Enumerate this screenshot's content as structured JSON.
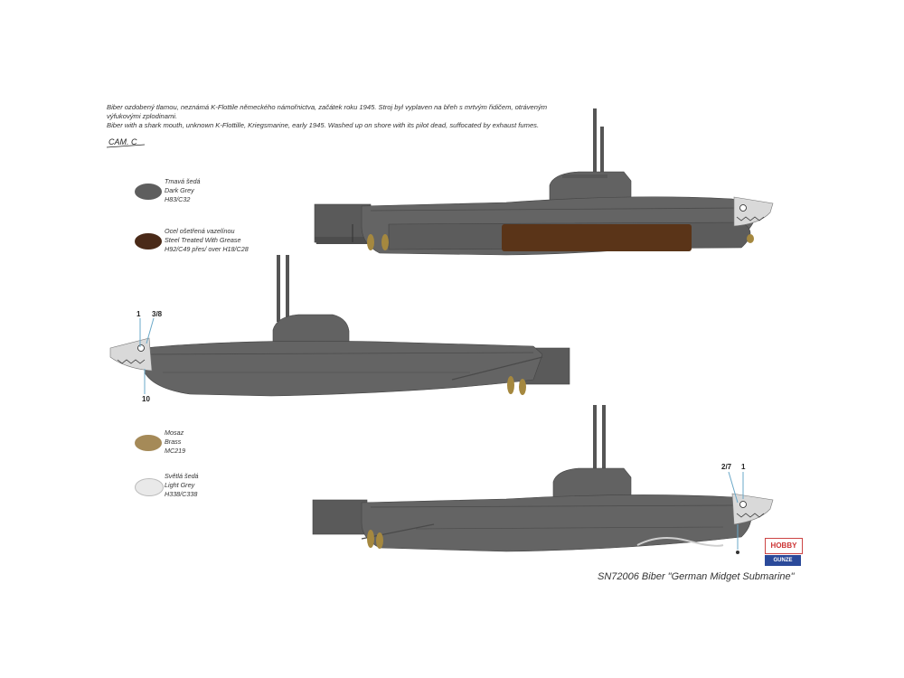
{
  "description": {
    "cz_line1": "Biber ozdobený tlamou, neznámá K-Flottile německého námořnictva, začátek roku 1945. Stroj byl vyplaven na břeh s mrtvým řidičem, otráveným",
    "cz_line2": "výfukovými zplodinami.",
    "en_line": "Biber with a shark mouth, unknown K-Flottille, Kriegsmarine, early 1945. Washed up on shore with its pilot dead, suffocated by exhaust fumes."
  },
  "camo_label": "CAM. C",
  "swatches": [
    {
      "cz": "Tmavá šedá",
      "en": "Dark Grey",
      "code": "H83/C32",
      "color": "#5e5e5e"
    },
    {
      "cz": "Ocel ošetřená vazelínou",
      "en": "Steel Treated With Grease",
      "code": "H92/C49 přes/ over H18/C28",
      "color": "#4a2a18"
    },
    {
      "cz": "Mosaz",
      "en": "Brass",
      "code": "MC219",
      "color": "#a58a58"
    },
    {
      "cz": "Světlá šedá",
      "en": "Light Grey",
      "code": "H338/C338",
      "color": "#e9e9e9"
    }
  ],
  "callouts": {
    "a": "1",
    "b": "3/8",
    "c": "10",
    "d": "2/7",
    "e": "1"
  },
  "footer": "SN72006 Biber \"German Midget Submarine\"",
  "logos": {
    "hobby": "HOBBY",
    "gunze": "GUNZE SANGYO"
  },
  "colors": {
    "hull": "#626262",
    "hull_dark": "#4d4d4d",
    "grease": "#5a3418",
    "brass": "#a5883f",
    "nose": "#d8d8d8"
  }
}
